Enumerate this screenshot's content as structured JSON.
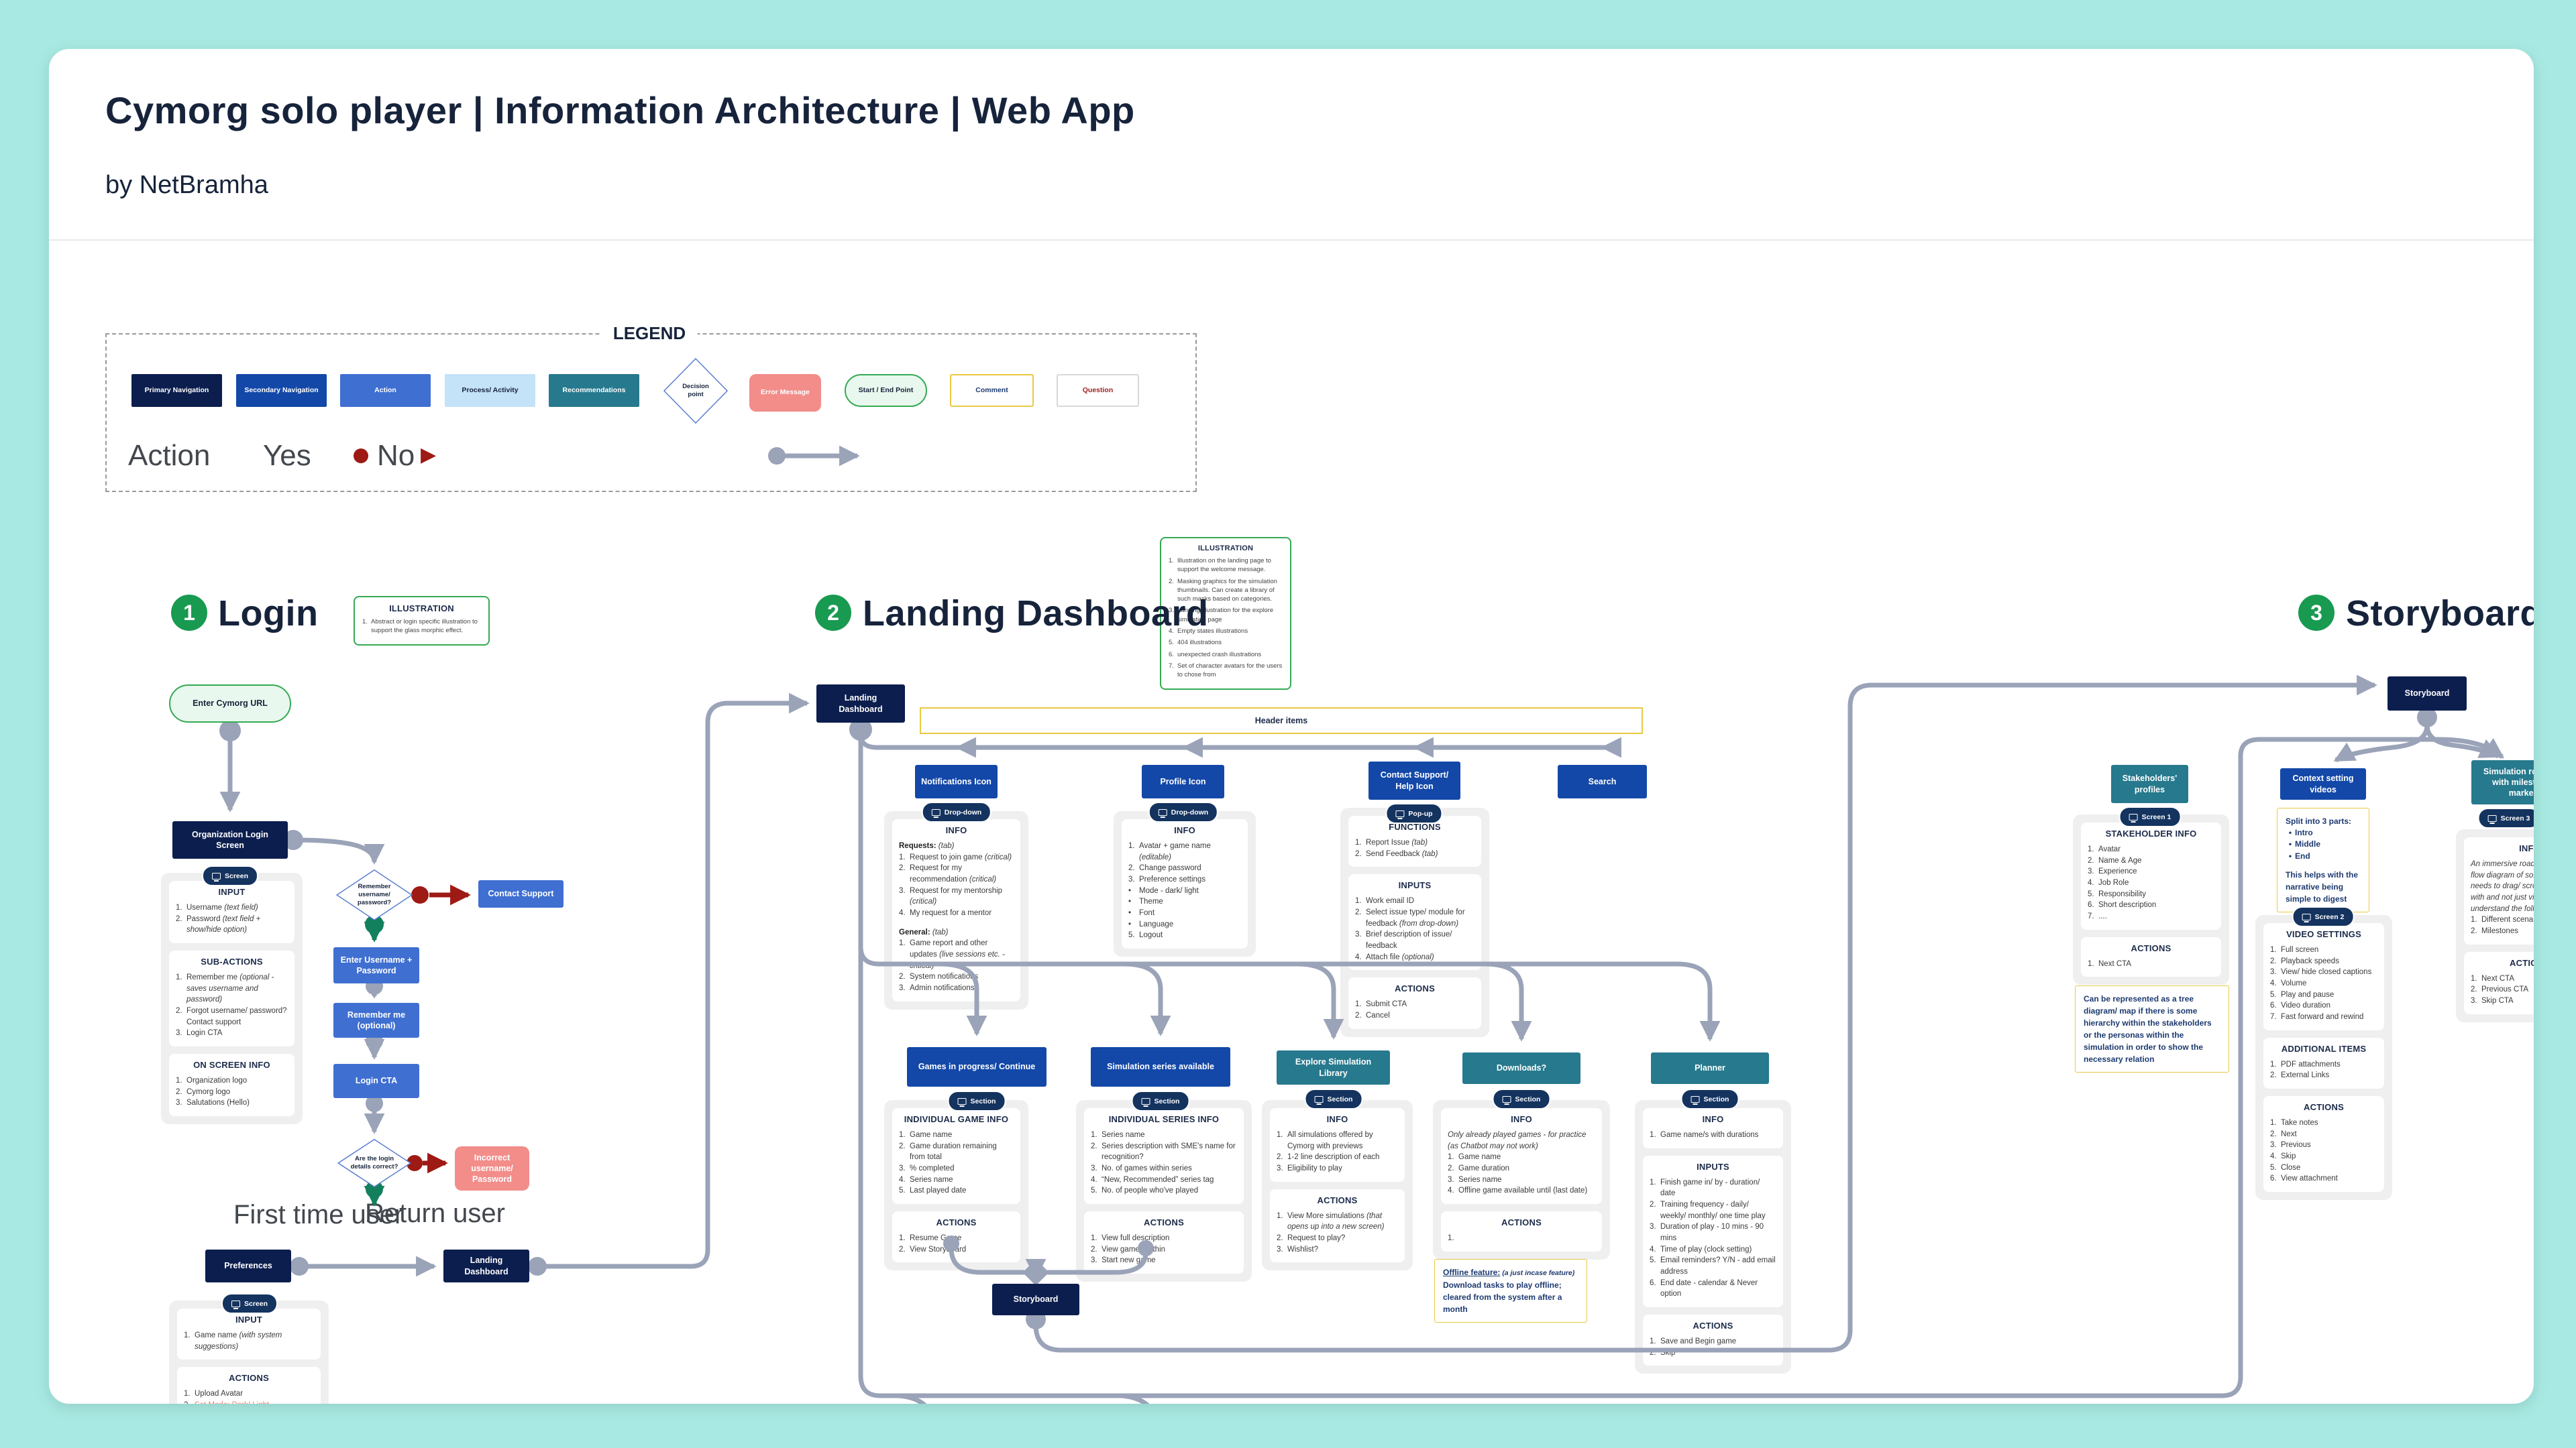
{
  "page": {
    "title": "Cymorg solo player | Information Architecture | Web App",
    "byline": "by NetBramha"
  },
  "colors": {
    "background_teal": "#a8eae3",
    "primary_navigation": "#0c1e4e",
    "secondary_navigation": "#1348a8",
    "action": "#3f6fd1",
    "process_activity": "#c4e2f8",
    "recommendations": "#27798d",
    "error": "#f28d8a",
    "start_end_green": "#35aa54",
    "comment_yellow": "#e9c944",
    "connector_gray": "#9aa3b8",
    "no_red": "#9e1a15",
    "yes_green": "#12805c",
    "badge_navy": "#14335f"
  },
  "legend": {
    "label": "LEGEND",
    "boxes": [
      {
        "label": "Primary Navigation"
      },
      {
        "label": "Secondary Navigation"
      },
      {
        "label": "Action"
      },
      {
        "label": "Process/ Activity"
      },
      {
        "label": "Recommendations"
      },
      {
        "label": "Decision point"
      },
      {
        "label": "Error Message"
      },
      {
        "label": "Start / End Point"
      },
      {
        "label": "Comment"
      },
      {
        "label": "Question"
      }
    ],
    "action_word": "Action",
    "yes_word": "Yes",
    "no_word": "No"
  },
  "sections": {
    "login": {
      "num": "1",
      "title": "Login"
    },
    "landing": {
      "num": "2",
      "title": "Landing Dashboard"
    },
    "storyboard": {
      "num": "3",
      "title": "Storyboard"
    }
  },
  "nodes": {
    "enter_url": "Enter Cymorg URL",
    "org_login": "Organization Login Screen",
    "contact_support": "Contact Support",
    "enter_credentials": "Enter Username + Password",
    "remember_me": "Remember me (optional)",
    "login_cta": "Login CTA",
    "incorrect": "Incorrect username/ Password",
    "preferences": "Preferences",
    "landing_login": "Landing Dashboard",
    "landing_main": "Landing Dashboard",
    "header_items": "Header items",
    "notifications": "Notifications Icon",
    "profile": "Profile Icon",
    "contact_help": "Contact Support/ Help Icon",
    "search": "Search",
    "games": "Games in progress/ Continue",
    "series": "Simulation series available",
    "explore": "Explore Simulation Library",
    "downloads": "Downloads?",
    "planner": "Planner",
    "storyboard_mid": "Storyboard",
    "storyboard_main": "Storyboard",
    "stakeholders": "Stakeholders' profiles",
    "context_videos": "Context setting videos",
    "roadmap": "Simulation roadmap with milestones marked"
  },
  "decisions": {
    "remember": "Remember username/ password?",
    "details": "Are the login details correct?"
  },
  "labels": {
    "first_time": "First time user",
    "return_user": "Return user"
  },
  "comments": {
    "login_illustration": {
      "title": "ILLUSTRATION",
      "items": [
        {
          "n": "1.",
          "t": "Abstract or login specific illustration to support the glass morphic effect."
        }
      ]
    },
    "landing_illustration": {
      "title": "ILLUSTRATION",
      "items": [
        {
          "n": "1.",
          "t": "Illustration on the landing page to support the welcome message."
        },
        {
          "n": "2.",
          "t": "Masking graphics for the simulation thumbnails. Can create a library of such masks based on categories."
        },
        {
          "n": "3.",
          "t": "Landing Illustration for the explore simulation page"
        },
        {
          "n": "4.",
          "t": "Empty states illustrations"
        },
        {
          "n": "5.",
          "t": "404 illustrations"
        },
        {
          "n": "6.",
          "t": "unexpected crash illustrations"
        },
        {
          "n": "7.",
          "t": "Set of character avatars for the users to chose from"
        }
      ]
    },
    "offline": {
      "lead": "Offline feature:",
      "mid": " (a just incase feature)",
      "body": "Download tasks to play offline; cleared from the system after a month"
    },
    "split": {
      "head": "Split into 3 parts:",
      "bullets": [
        "Intro",
        "Middle",
        "End"
      ],
      "note": "This helps with the narrative being simple to digest"
    },
    "tree": "Can be represented as a tree diagram/ map if there is some hierarchy within the stakeholders or the personas within the simulation in order to show the necessary relation"
  },
  "panels": {
    "org_login": {
      "badge": "Screen",
      "cards": [
        {
          "title": "INPUT",
          "items": [
            {
              "n": "1.",
              "t": "Username ",
              "i": "(text field)"
            },
            {
              "n": "2.",
              "t": "Password ",
              "i": "(text field + show/hide option)"
            }
          ]
        },
        {
          "title": "SUB-ACTIONS",
          "items": [
            {
              "n": "1.",
              "t": "Remember me ",
              "i": "(optional - saves username and password)"
            },
            {
              "n": "2.",
              "t": "Forgot username/ password? Contact support"
            },
            {
              "n": "3.",
              "t": "Login CTA"
            }
          ]
        },
        {
          "title": "ON SCREEN INFO",
          "items": [
            {
              "n": "1.",
              "t": "Organization logo"
            },
            {
              "n": "2.",
              "t": "Cymorg logo"
            },
            {
              "n": "3.",
              "t": "Salutations (Hello)"
            }
          ]
        }
      ]
    },
    "preferences": {
      "badge": "Screen",
      "cards": [
        {
          "title": "INPUT",
          "items": [
            {
              "n": "1.",
              "t": "Game name ",
              "i": "(with system suggestions)"
            }
          ]
        },
        {
          "title": "ACTIONS",
          "items": [
            {
              "n": "1.",
              "t": "Upload Avatar"
            },
            {
              "n": "2.",
              "t": "Set Mode: Dark/ Light",
              "cls": "pink"
            }
          ]
        }
      ]
    },
    "notifications": {
      "badge": "Drop-down",
      "cards": [
        {
          "title": "INFO",
          "items": [
            {
              "b": "Requests:",
              "i": " (tab)"
            },
            {
              "n": "1.",
              "t": "Request to join game ",
              "i": "(critical)"
            },
            {
              "n": "2.",
              "t": "Request for my recommendation ",
              "i": "(critical)"
            },
            {
              "n": "3.",
              "t": "Request for my mentorship ",
              "i": "(critical)"
            },
            {
              "n": "4.",
              "t": "My request for a mentor"
            },
            {
              "b": "General:",
              "i": " (tab)",
              "cls": "grp"
            },
            {
              "n": "1.",
              "t": "Game report and other updates ",
              "i": "(live sessions etc. - critical)"
            },
            {
              "n": "2.",
              "t": "System notifications"
            },
            {
              "n": "3.",
              "t": "Admin notifications"
            }
          ]
        }
      ]
    },
    "profile": {
      "badge": "Drop-down",
      "cards": [
        {
          "title": "INFO",
          "items": [
            {
              "n": "1.",
              "t": "Avatar + game name ",
              "i": "(editable)"
            },
            {
              "n": "2.",
              "t": "Change password"
            },
            {
              "n": "3.",
              "t": "Preference settings"
            },
            {
              "n": "•",
              "t": "Mode - dark/ light"
            },
            {
              "n": "•",
              "t": "Theme"
            },
            {
              "n": "•",
              "t": "Font"
            },
            {
              "n": "•",
              "t": "Language"
            },
            {
              "n": "5.",
              "t": "Logout"
            }
          ]
        }
      ]
    },
    "contact": {
      "badge": "Pop-up",
      "cards": [
        {
          "title": "FUNCTIONS",
          "items": [
            {
              "n": "1.",
              "t": "Report Issue ",
              "i": "(tab)"
            },
            {
              "n": "2.",
              "t": "Send Feedback ",
              "i": "(tab)"
            }
          ]
        },
        {
          "title": "INPUTS",
          "items": [
            {
              "n": "1.",
              "t": "Work email ID"
            },
            {
              "n": "2.",
              "t": "Select issue type/ module for feedback ",
              "i": "(from drop-down)"
            },
            {
              "n": "3.",
              "t": "Brief description of issue/ feedback"
            },
            {
              "n": "4.",
              "t": "Attach file ",
              "i": "(optional)"
            }
          ]
        },
        {
          "title": "ACTIONS",
          "items": [
            {
              "n": "1.",
              "t": "Submit CTA"
            },
            {
              "n": "2.",
              "t": "Cancel"
            }
          ]
        }
      ]
    },
    "games": {
      "badge": "Section",
      "cards": [
        {
          "title": "INDIVIDUAL GAME INFO",
          "items": [
            {
              "n": "1.",
              "t": "Game name"
            },
            {
              "n": "2.",
              "t": "Game duration remaining from total"
            },
            {
              "n": "3.",
              "t": "% completed"
            },
            {
              "n": "4.",
              "t": "Series name"
            },
            {
              "n": "5.",
              "t": "Last played date"
            }
          ]
        },
        {
          "title": "ACTIONS",
          "items": [
            {
              "n": "1.",
              "t": "Resume Game"
            },
            {
              "n": "2.",
              "t": "View Storyboard"
            }
          ]
        }
      ]
    },
    "series": {
      "badge": "Section",
      "cards": [
        {
          "title": "INDIVIDUAL SERIES INFO",
          "items": [
            {
              "n": "1.",
              "t": "Series name"
            },
            {
              "n": "2.",
              "t": "Series description with SME's name for recognition?"
            },
            {
              "n": "3.",
              "t": "No. of games within series"
            },
            {
              "n": "4.",
              "t": "“New, Recommended” series tag"
            },
            {
              "n": "5.",
              "t": "No. of people who've played"
            }
          ]
        },
        {
          "title": "ACTIONS",
          "items": [
            {
              "n": "1.",
              "t": "View full description"
            },
            {
              "n": "2.",
              "t": "View games within"
            },
            {
              "n": "3.",
              "t": "Start new game"
            }
          ]
        }
      ]
    },
    "explore": {
      "badge": "Section",
      "cards": [
        {
          "title": "INFO",
          "items": [
            {
              "n": "1.",
              "t": "All simulations offered by Cymorg with previews"
            },
            {
              "n": "2.",
              "t": "1-2 line description of each"
            },
            {
              "n": "3.",
              "t": "Eligibility to play"
            }
          ]
        },
        {
          "title": "ACTIONS",
          "items": [
            {
              "n": "1.",
              "t": "View More simulations ",
              "i": "(that opens up into a new screen)"
            },
            {
              "n": "2.",
              "t": "Request to play?"
            },
            {
              "n": "3.",
              "t": "Wishlist?"
            }
          ]
        }
      ]
    },
    "downloads": {
      "badge": "Section",
      "cards": [
        {
          "title": "INFO",
          "items": [
            {
              "i": "Only already played games - for practice (as Chatbot may not work)"
            },
            {
              "n": "1.",
              "t": "Game name"
            },
            {
              "n": "2.",
              "t": "Game duration"
            },
            {
              "n": "3.",
              "t": "Series name"
            },
            {
              "n": "4.",
              "t": "Offline game available until (last date)"
            }
          ]
        },
        {
          "title": "ACTIONS",
          "items": [
            {
              "n": "1."
            }
          ]
        }
      ]
    },
    "planner": {
      "badge": "Section",
      "cards": [
        {
          "title": "INFO",
          "items": [
            {
              "n": "1.",
              "t": "Game name/s with durations"
            }
          ]
        },
        {
          "title": "INPUTS",
          "items": [
            {
              "n": "1.",
              "t": "Finish game in/ by - duration/ date"
            },
            {
              "n": "2.",
              "t": "Training frequency - daily/ weekly/ monthly/ one time play"
            },
            {
              "n": "3.",
              "t": "Duration of play - 10 mins - 90 mins"
            },
            {
              "n": "4.",
              "t": "Time of play (clock setting)"
            },
            {
              "n": "5.",
              "t": "Email reminders? Y/N - add email address"
            },
            {
              "n": "6.",
              "t": "End date - calendar & Never option"
            }
          ]
        },
        {
          "title": "ACTIONS",
          "items": [
            {
              "n": "1.",
              "t": "Save and Begin game"
            },
            {
              "n": "2.",
              "t": "Skip"
            }
          ]
        }
      ]
    },
    "stakeholders": {
      "badge": "Screen 1",
      "cards": [
        {
          "title": "STAKEHOLDER INFO",
          "items": [
            {
              "n": "1.",
              "t": "Avatar"
            },
            {
              "n": "2.",
              "t": "Name & Age"
            },
            {
              "n": "3.",
              "t": "Experience"
            },
            {
              "n": "4.",
              "t": "Job Role"
            },
            {
              "n": "5.",
              "t": "Responsibility"
            },
            {
              "n": "6.",
              "t": "Short description"
            },
            {
              "n": "7.",
              "t": "...."
            }
          ]
        },
        {
          "title": "ACTIONS",
          "items": [
            {
              "n": "1.",
              "t": "Next CTA"
            }
          ]
        }
      ]
    },
    "context": {
      "badge": "Screen 2",
      "cards": [
        {
          "title": "VIDEO SETTINGS",
          "items": [
            {
              "n": "1.",
              "t": "Full screen"
            },
            {
              "n": "2.",
              "t": "Playback speeds"
            },
            {
              "n": "3.",
              "t": "View/ hide closed captions"
            },
            {
              "n": "4.",
              "t": "Volume"
            },
            {
              "n": "5.",
              "t": "Play and pause"
            },
            {
              "n": "6.",
              "t": "Video duration"
            },
            {
              "n": "7.",
              "t": "Fast forward and rewind"
            }
          ]
        },
        {
          "title": "ADDITIONAL ITEMS",
          "items": [
            {
              "n": "1.",
              "t": "PDF attachments"
            },
            {
              "n": "2.",
              "t": "External Links"
            }
          ]
        },
        {
          "title": "ACTIONS",
          "items": [
            {
              "n": "1.",
              "t": "Take notes"
            },
            {
              "n": "2.",
              "t": "Next"
            },
            {
              "n": "3.",
              "t": "Previous"
            },
            {
              "n": "4.",
              "t": "Skip"
            },
            {
              "n": "5.",
              "t": "Close"
            },
            {
              "n": "6.",
              "t": "View attachment"
            }
          ]
        }
      ]
    },
    "roadmap": {
      "badge": "Screen 3",
      "cards": [
        {
          "title": "INFO",
          "items": [
            {
              "i": "An immersive roadmap in"
            },
            {
              "i": "flow diagram of sorts that"
            },
            {
              "i": "needs to drag/ scroll throu"
            },
            {
              "i": "with and not just view as"
            },
            {
              "i": "understand the following:"
            },
            {
              "n": "1.",
              "t": "Different scenarios"
            },
            {
              "n": "2.",
              "t": "Milestones"
            }
          ]
        },
        {
          "title": "ACTIONS",
          "items": [
            {
              "n": "1.",
              "t": "Next CTA"
            },
            {
              "n": "2.",
              "t": "Previous CTA"
            },
            {
              "n": "3.",
              "t": "Skip CTA"
            }
          ]
        }
      ]
    }
  }
}
